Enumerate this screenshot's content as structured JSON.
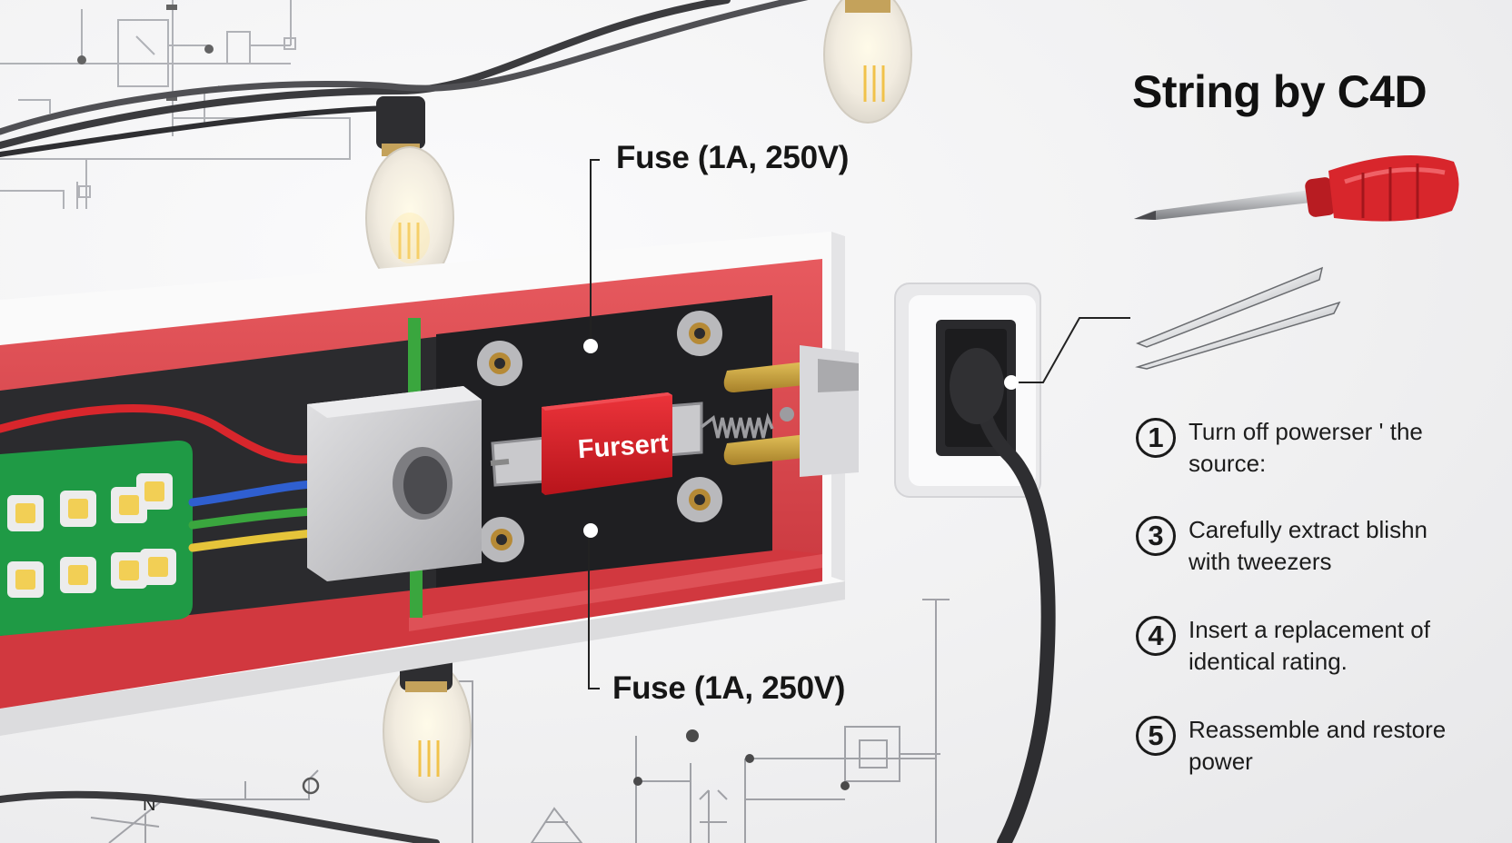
{
  "title": "String by C4D",
  "callouts": {
    "top": "Fuse (1A, 250V)",
    "bottom": "Fuse (1A, 250V)"
  },
  "fuse_body_text": "Fursert",
  "steps": [
    {
      "number": "1",
      "text": "Turn off powerser ' the\nsource:"
    },
    {
      "number": "3",
      "text": "Carefully extract blishn\nwith tweezers"
    },
    {
      "number": "4",
      "text": "Insert a replacement of\nidentical rating."
    },
    {
      "number": "5",
      "text": "Reassemble and restore\npower"
    }
  ],
  "schematic_labels": {
    "n_label": "N"
  },
  "colors": {
    "housing_red": "#d9444a",
    "fuse_red": "#d82028",
    "pcb_green": "#1f9a45",
    "led_yellow": "#f2cf55",
    "screwdriver_red": "#d8262c",
    "dark_panel": "#2b2b2e"
  }
}
